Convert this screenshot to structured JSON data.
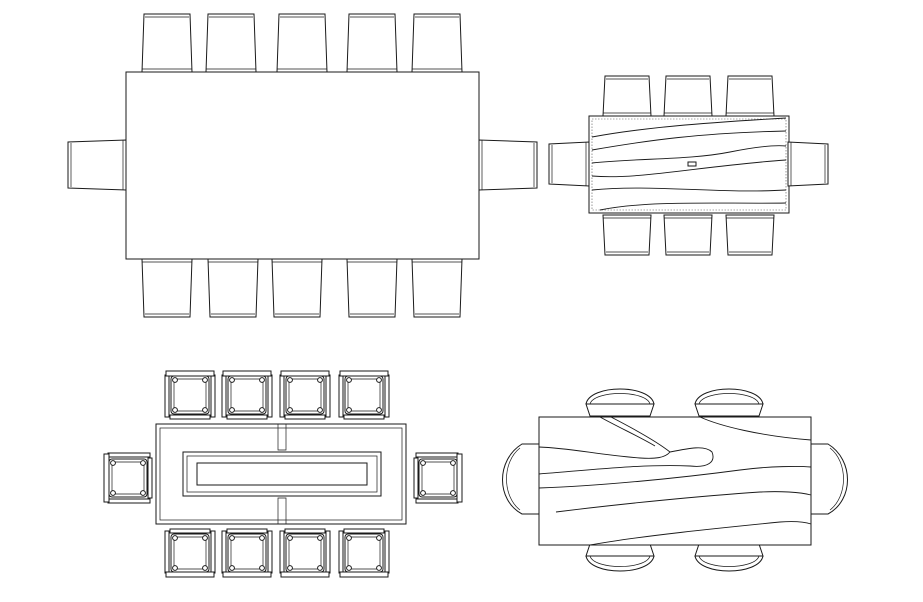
{
  "drawing": {
    "description_labels": [],
    "layouts": [
      {
        "id": "layout-1",
        "table_shape": "rectangle",
        "seats_long_sides": [
          5,
          5
        ],
        "seats_ends": [
          1,
          1
        ],
        "chair_style": "tub-chair"
      },
      {
        "id": "layout-2",
        "table_shape": "rectangle-wood-grain",
        "seats_long_sides": [
          3,
          3
        ],
        "seats_ends": [
          1,
          1
        ],
        "chair_style": "tub-chair"
      },
      {
        "id": "layout-3",
        "table_shape": "conference-with-center-inset",
        "seats_long_sides": [
          4,
          4
        ],
        "seats_ends": [
          1,
          1
        ],
        "chair_style": "office-armchair-with-casters"
      },
      {
        "id": "layout-4",
        "table_shape": "rectangle-wood-grain",
        "seats_long_sides": [
          2,
          2
        ],
        "seats_ends": [
          1,
          1
        ],
        "chair_style": "curved-back-chair"
      }
    ],
    "colors": {
      "line": "#1a1a1a",
      "background": "#ffffff"
    }
  }
}
